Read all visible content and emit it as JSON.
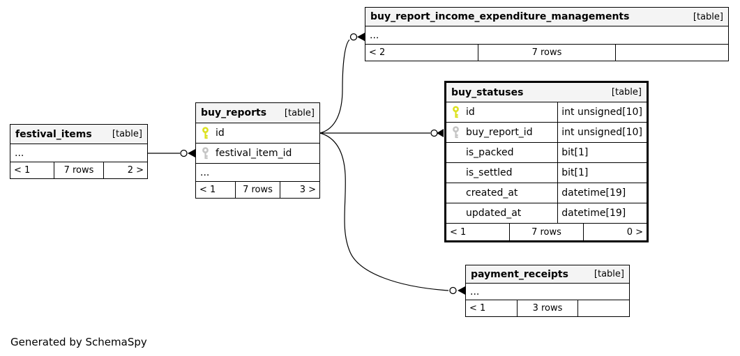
{
  "credit": "Generated by SchemaSpy",
  "colors": {
    "header_bg": "#f4f4f4",
    "border": "#000000",
    "primary_key": "#dce11f",
    "foreign_key": "#c4c4c4",
    "background": "#ffffff"
  },
  "tables": {
    "festival_items": {
      "name": "festival_items",
      "tag": "[table]",
      "ellipsis": "...",
      "footer": {
        "left": "< 1",
        "center": "7 rows",
        "right": "2 >"
      }
    },
    "buy_reports": {
      "name": "buy_reports",
      "tag": "[table]",
      "ellipsis": "...",
      "columns": [
        {
          "name": "id",
          "key": "primary"
        },
        {
          "name": "festival_item_id",
          "key": "foreign"
        }
      ],
      "footer": {
        "left": "< 1",
        "center": "7 rows",
        "right": "3 >"
      }
    },
    "buy_report_income_expenditure_managements": {
      "name": "buy_report_income_expenditure_managements",
      "tag": "[table]",
      "ellipsis": "...",
      "footer": {
        "left": "< 2",
        "center": "7 rows",
        "right": ""
      }
    },
    "buy_statuses": {
      "name": "buy_statuses",
      "tag": "[table]",
      "columns": [
        {
          "name": "id",
          "type": "int unsigned[10]",
          "key": "primary"
        },
        {
          "name": "buy_report_id",
          "type": "int unsigned[10]",
          "key": "foreign"
        },
        {
          "name": "is_packed",
          "type": "bit[1]",
          "key": "none"
        },
        {
          "name": "is_settled",
          "type": "bit[1]",
          "key": "none"
        },
        {
          "name": "created_at",
          "type": "datetime[19]",
          "key": "none"
        },
        {
          "name": "updated_at",
          "type": "datetime[19]",
          "key": "none"
        }
      ],
      "footer": {
        "left": "< 1",
        "center": "7 rows",
        "right": "0 >"
      }
    },
    "payment_receipts": {
      "name": "payment_receipts",
      "tag": "[table]",
      "ellipsis": "...",
      "footer": {
        "left": "< 1",
        "center": "3 rows",
        "right": ""
      }
    }
  }
}
